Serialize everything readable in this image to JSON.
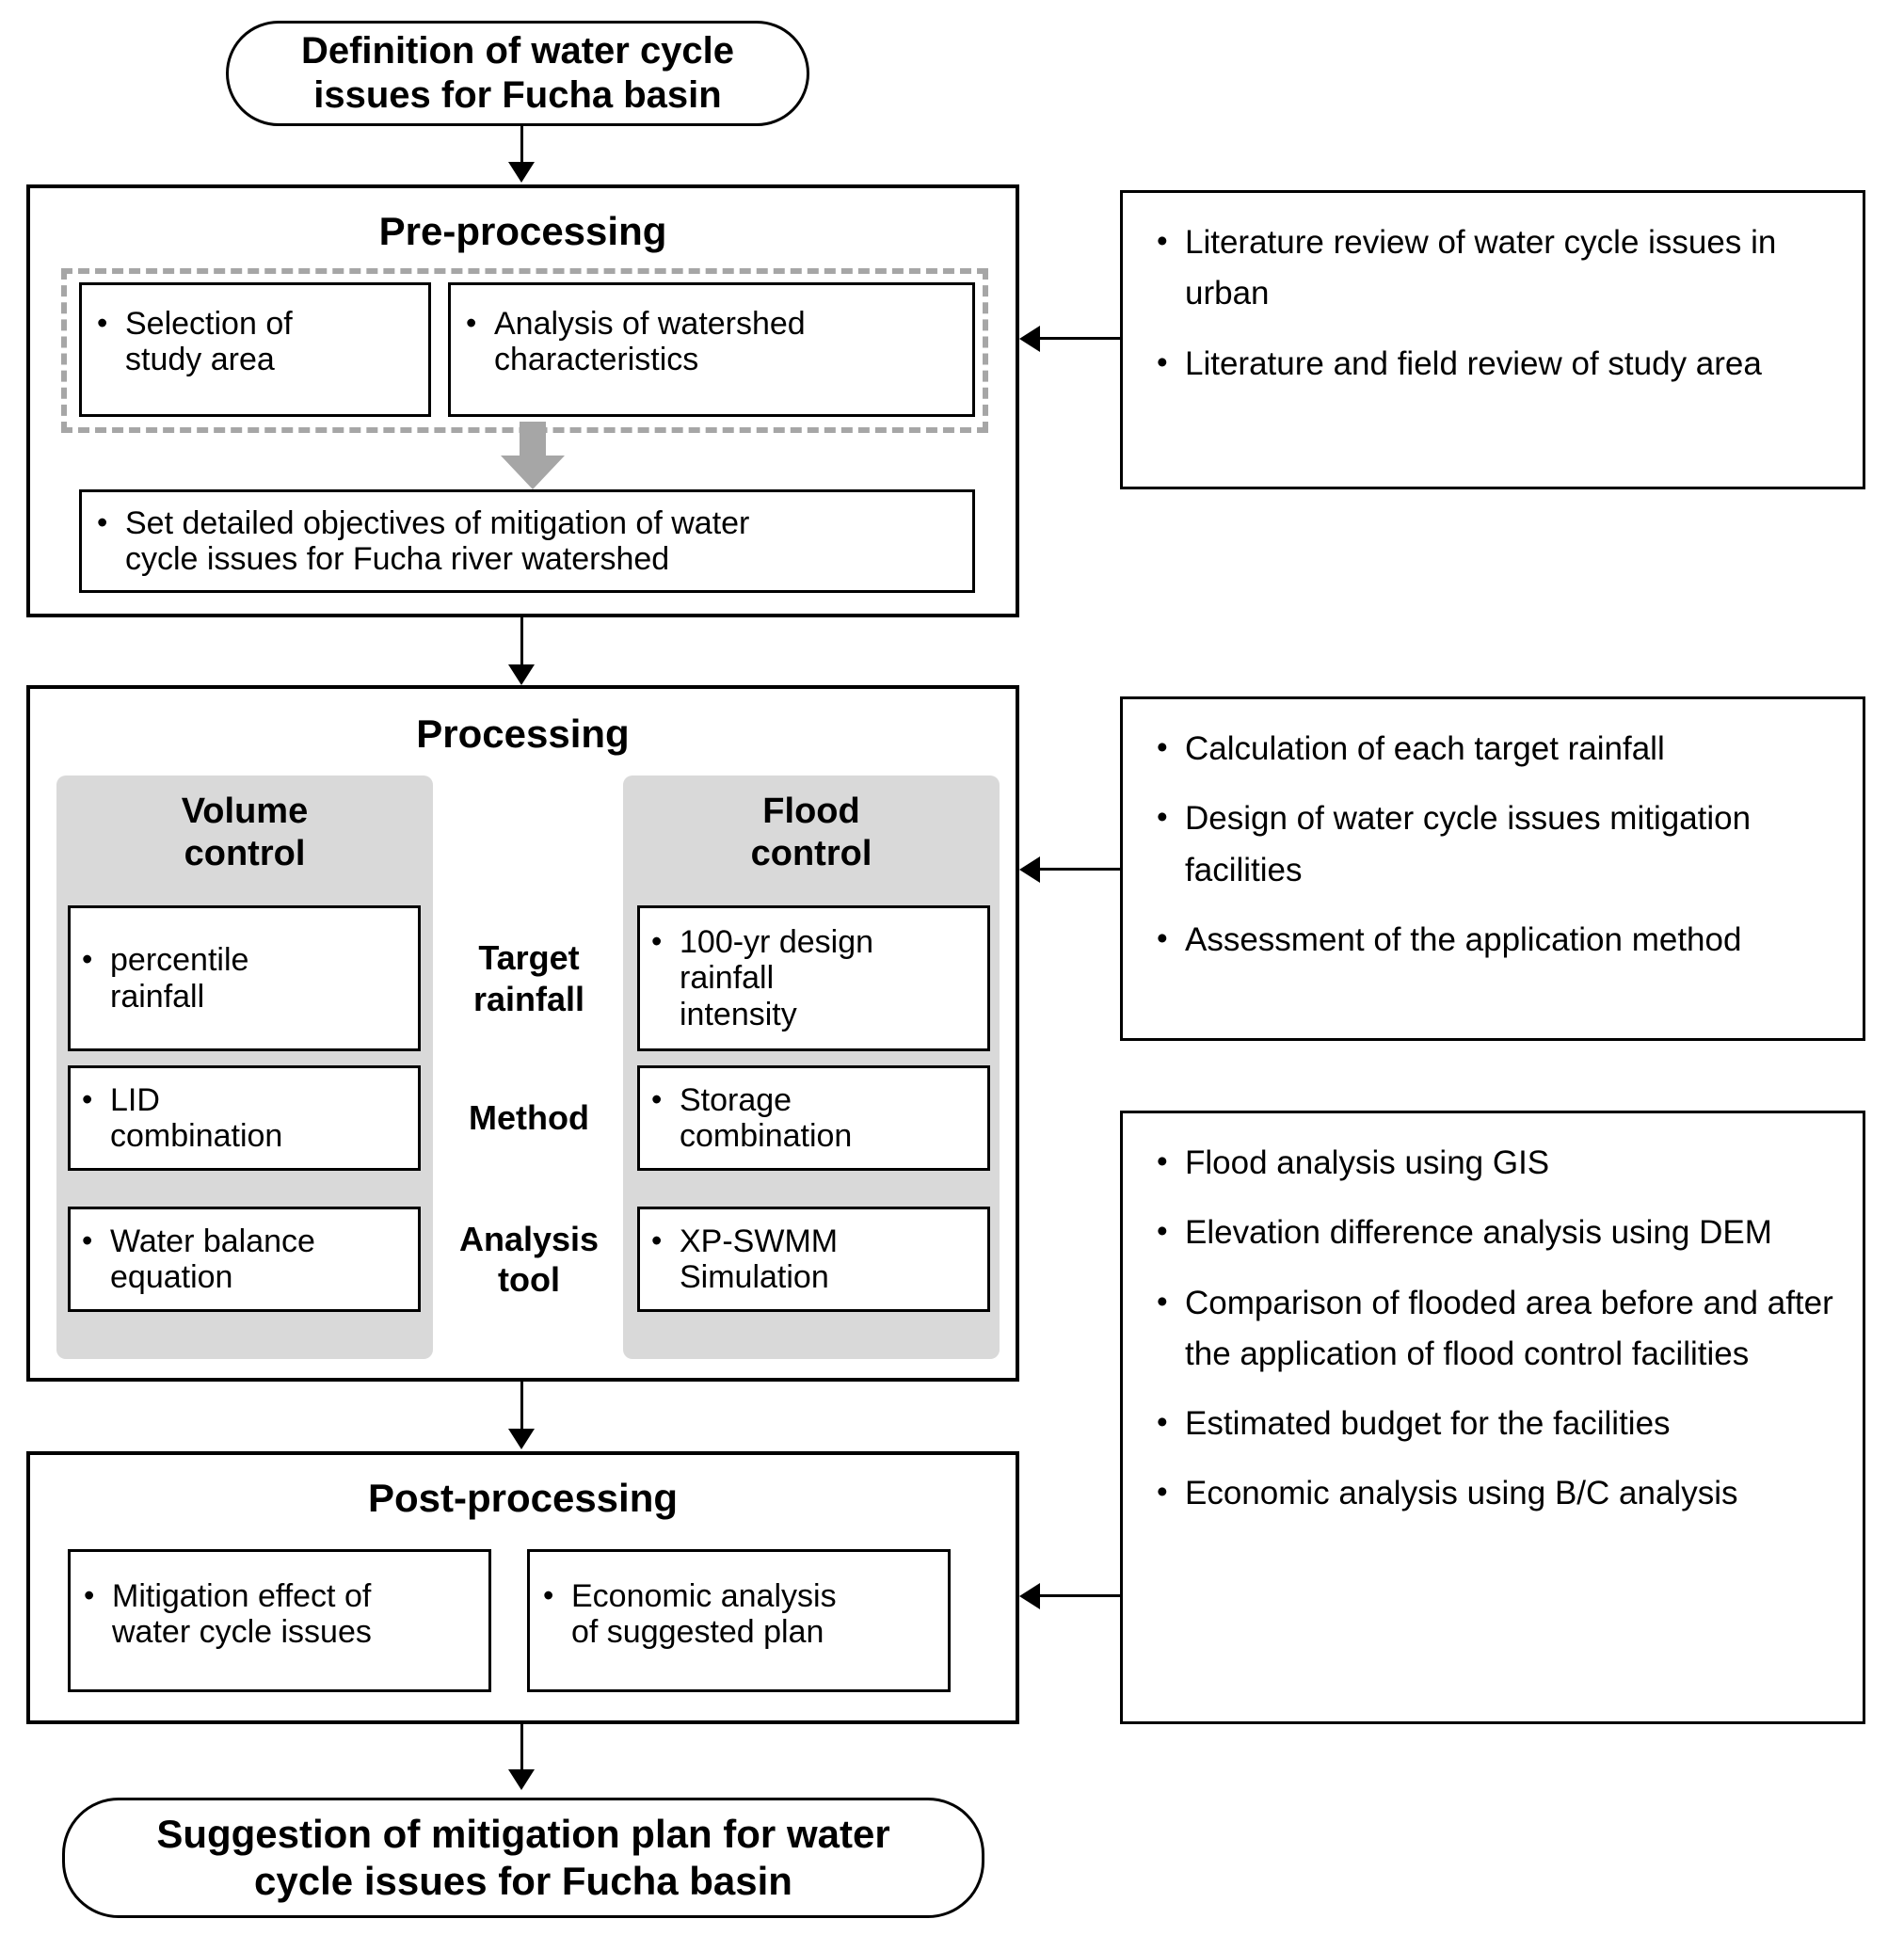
{
  "diagram": {
    "start": {
      "label": "Definition of water cycle issues for Fucha basin",
      "line1": "Definition of water cycle",
      "line2": "issues for Fucha basin"
    },
    "end": {
      "label": "Suggestion of mitigation plan for water cycle issues for Fucha basin",
      "line1": "Suggestion of mitigation plan for water",
      "line2": "cycle issues for Fucha basin"
    },
    "stages": [
      {
        "id": "pre-processing",
        "title": "Pre-processing",
        "grouped_boxes": [
          {
            "id": "selection-of-study-area",
            "line1": "Selection of",
            "line2": "study area"
          },
          {
            "id": "analysis-of-watershed-characteristics",
            "line1": "Analysis of watershed",
            "line2": "characteristics"
          }
        ],
        "result_box": {
          "id": "set-detailed-objectives",
          "line1": "Set detailed objectives of mitigation of water",
          "line2": "cycle issues for Fucha river watershed"
        }
      },
      {
        "id": "processing",
        "title": "Processing",
        "columns": [
          {
            "id": "volume-control",
            "header_line1": "Volume",
            "header_line2": "control",
            "cells": [
              {
                "id": "percentile-rainfall",
                "line1": "percentile",
                "line2": "rainfall",
                "line3": ""
              },
              {
                "id": "lid-combination",
                "line1": "LID",
                "line2": "combination",
                "line3": ""
              },
              {
                "id": "water-balance-equation",
                "line1": "Water balance",
                "line2": "equation",
                "line3": ""
              }
            ]
          },
          {
            "id": "flood-control",
            "header_line1": "Flood",
            "header_line2": "control",
            "cells": [
              {
                "id": "100-yr-design-rainfall-intensity",
                "line1": "100-yr design",
                "line2": "rainfall",
                "line3": "intensity"
              },
              {
                "id": "storage-combination",
                "line1": "Storage",
                "line2": "combination",
                "line3": ""
              },
              {
                "id": "xp-swmm-simulation",
                "line1": "XP-SWMM",
                "line2": "Simulation",
                "line3": ""
              }
            ]
          }
        ],
        "row_labels": [
          {
            "id": "target-rainfall",
            "line1": "Target",
            "line2": "rainfall"
          },
          {
            "id": "method",
            "line1": "Method",
            "line2": ""
          },
          {
            "id": "analysis-tool",
            "line1": "Analysis",
            "line2": "tool"
          }
        ]
      },
      {
        "id": "post-processing",
        "title": "Post-processing",
        "boxes": [
          {
            "id": "mitigation-effect",
            "line1": "Mitigation effect of",
            "line2": "water cycle issues"
          },
          {
            "id": "economic-analysis-of-plan",
            "line1": "Economic analysis",
            "line2": "of suggested plan"
          }
        ]
      }
    ],
    "side_notes": [
      {
        "id": "pre-processing-notes",
        "bullets": [
          "Literature review of water cycle issues in urban",
          "Literature and field review of study area"
        ]
      },
      {
        "id": "processing-notes",
        "bullets": [
          "Calculation of each target rainfall",
          "Design of water cycle issues mitigation facilities",
          "Assessment of the application method"
        ]
      },
      {
        "id": "post-processing-notes",
        "bullets": [
          "Flood analysis using GIS",
          "Elevation difference analysis using DEM",
          "Comparison of flooded area before and after the application of flood control facilities",
          "Estimated budget for the facilities",
          "Economic analysis using B/C analysis"
        ]
      }
    ],
    "colors": {
      "stroke": "#000000",
      "dashed_group": "#a6a6a6",
      "band_fill": "#d9d9d9",
      "fat_arrow": "#a6a6a6",
      "background": "#ffffff"
    }
  }
}
